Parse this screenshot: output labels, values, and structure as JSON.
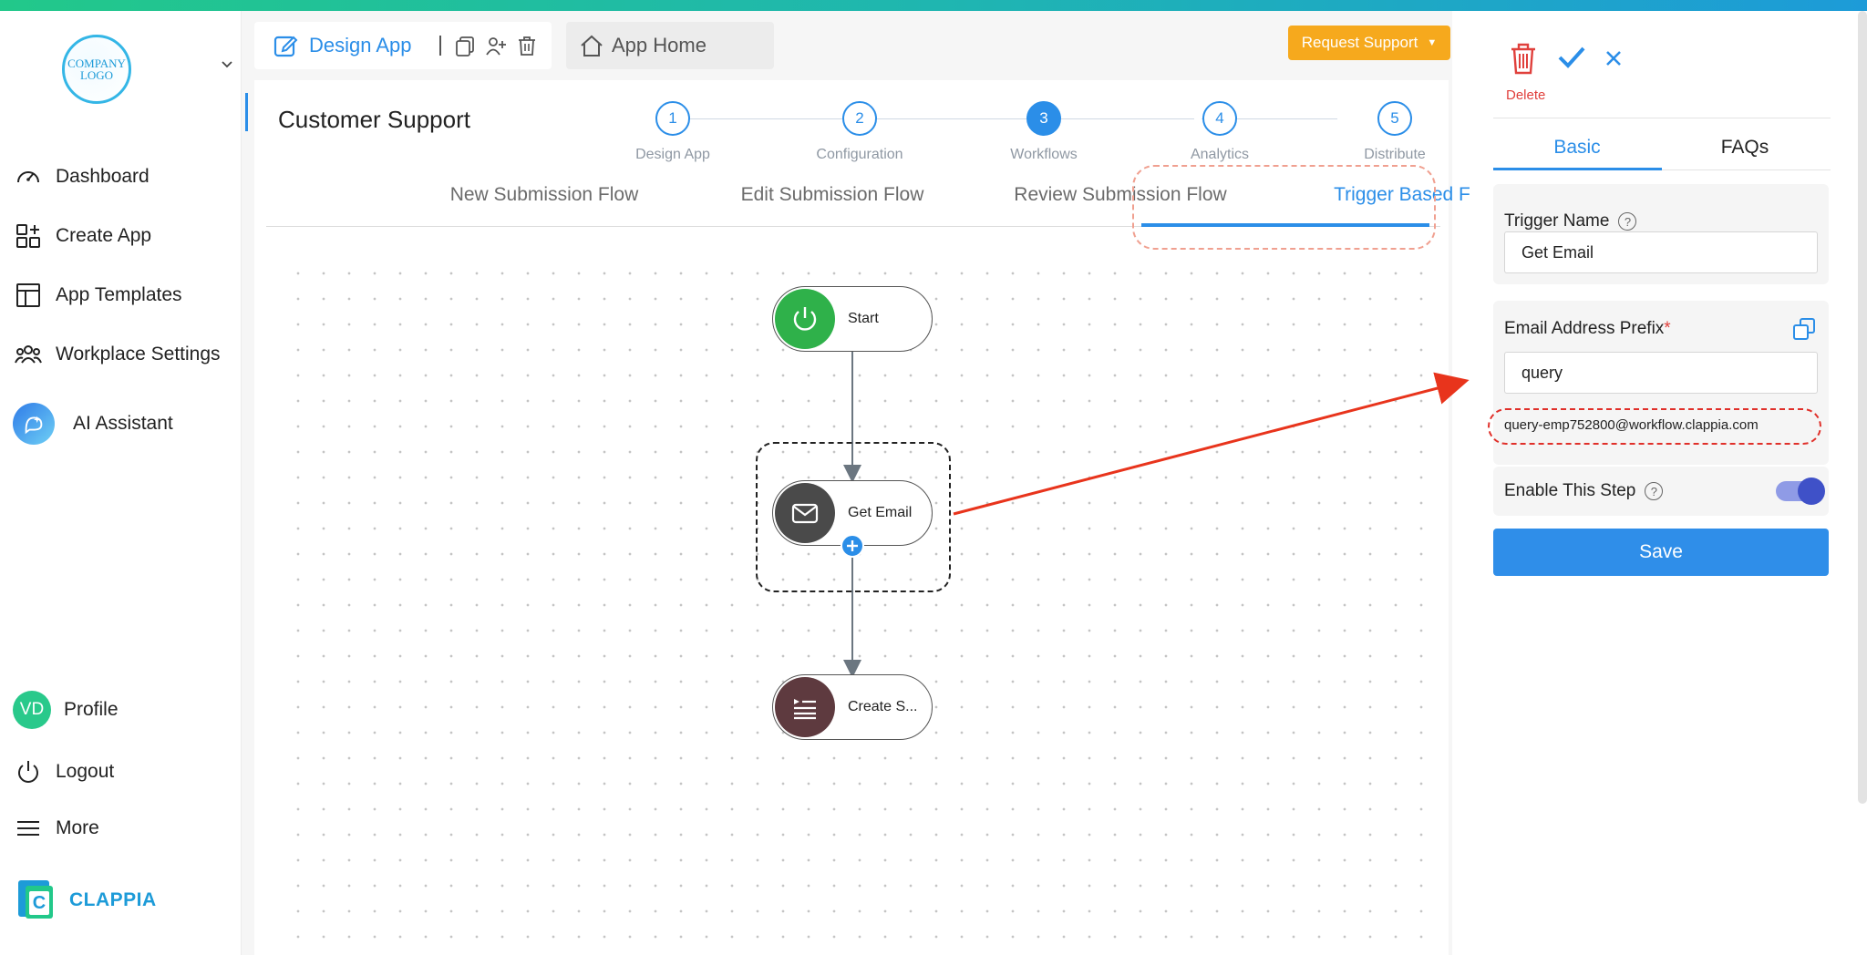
{
  "sidebar": {
    "logo_text": "COMPANY LOGO",
    "items": [
      {
        "label": "Dashboard",
        "icon": "gauge-icon"
      },
      {
        "label": "Create App",
        "icon": "grid-plus-icon"
      },
      {
        "label": "App Templates",
        "icon": "layout-icon"
      },
      {
        "label": "Workplace Settings",
        "icon": "users-icon"
      },
      {
        "label": "AI Assistant",
        "icon": "ai-sparkle-icon"
      }
    ],
    "profile": {
      "initials": "VD",
      "label": "Profile"
    },
    "logout_label": "Logout",
    "more_label": "More",
    "brand_name": "CLAPPIA"
  },
  "header": {
    "design_tab_label": "Design App",
    "home_tab_label": "App Home",
    "request_support_label": "Request Support"
  },
  "page": {
    "title": "Customer Support",
    "steps": [
      {
        "number": "1",
        "label": "Design App"
      },
      {
        "number": "2",
        "label": "Configuration"
      },
      {
        "number": "3",
        "label": "Workflows"
      },
      {
        "number": "4",
        "label": "Analytics"
      },
      {
        "number": "5",
        "label": "Distribute"
      }
    ],
    "active_step": 3,
    "flow_tabs": [
      "New Submission Flow",
      "Edit Submission Flow",
      "Review Submission Flow",
      "Trigger Based Flows"
    ],
    "active_flow_tab": "Trigger Based Flows"
  },
  "workflow": {
    "nodes": [
      {
        "label": "Start",
        "icon": "power-icon",
        "color": "#2fb14a"
      },
      {
        "label": "Get Email",
        "icon": "mail-icon",
        "color": "#4a4a4a"
      },
      {
        "label": "Create S...",
        "icon": "list-icon",
        "color": "#5e3a3f"
      }
    ]
  },
  "right_panel": {
    "delete_label": "Delete",
    "tabs": [
      "Basic",
      "FAQs"
    ],
    "active_tab": "Basic",
    "trigger_name_label": "Trigger Name",
    "trigger_name_value": "Get Email",
    "email_prefix_label": "Email Address Prefix",
    "required_mark": "*",
    "email_prefix_value": "query",
    "email_preview": "query-emp752800@workflow.clappia.com",
    "enable_step_label": "Enable This Step",
    "enable_step_on": true,
    "save_label": "Save"
  },
  "colors": {
    "accent": "#2b8ee8",
    "support_button": "#f6a91d",
    "danger": "#e0403c",
    "highlight_red": "#e0302a"
  }
}
